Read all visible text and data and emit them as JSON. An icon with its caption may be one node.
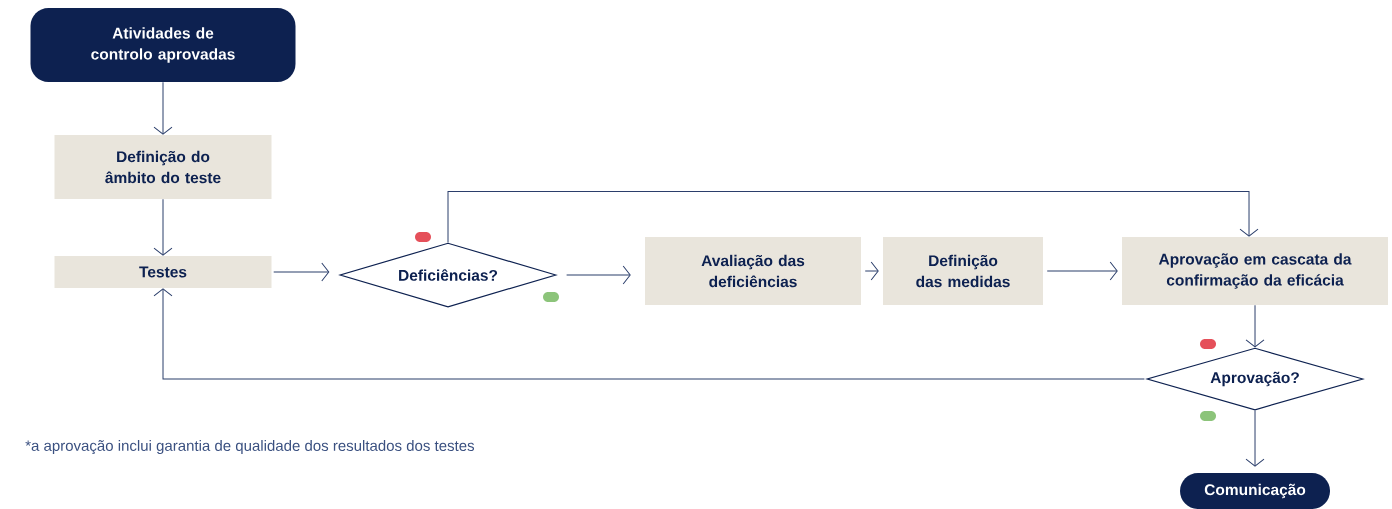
{
  "diagram": {
    "nodes": [
      {
        "text": [
          "Atividades de controlo aprovadas"
        ]
      },
      {
        "text": [
          "Definição do âmbito do teste"
        ]
      },
      {
        "text": [
          "Testes"
        ]
      },
      {
        "text": [
          "Deficiências?"
        ]
      },
      {
        "text": [
          "Avaliação das deficiências"
        ]
      },
      {
        "text": [
          "Definição das medidas"
        ]
      },
      {
        "text": [
          "Aprovação em cascata da confirmação da eficácia"
        ]
      },
      {
        "text": [
          "Aprovação?"
        ]
      },
      {
        "text": [
          "Comunicação"
        ]
      }
    ],
    "edges": [
      {
        "from": 0,
        "to": 1,
        "arrow": "to"
      },
      {
        "from": 1,
        "to": 2,
        "arrow": "to"
      },
      {
        "from": 2,
        "to": 3,
        "arrow": "to"
      },
      {
        "from": 3,
        "to": 4,
        "arrow": "to"
      },
      {
        "from": 3,
        "to": 6,
        "arrow": "to"
      },
      {
        "from": 4,
        "to": 5,
        "arrow": "to"
      },
      {
        "from": 5,
        "to": 6,
        "arrow": "to"
      },
      {
        "from": 6,
        "to": 7,
        "arrow": "to"
      },
      {
        "from": 7,
        "to": 2,
        "arrow": "to"
      },
      {
        "from": 7,
        "to": 8,
        "arrow": "to"
      }
    ],
    "labels": [
      "*a aprovação inclui garantia de qualidade dos resultados dos testes"
    ]
  }
}
